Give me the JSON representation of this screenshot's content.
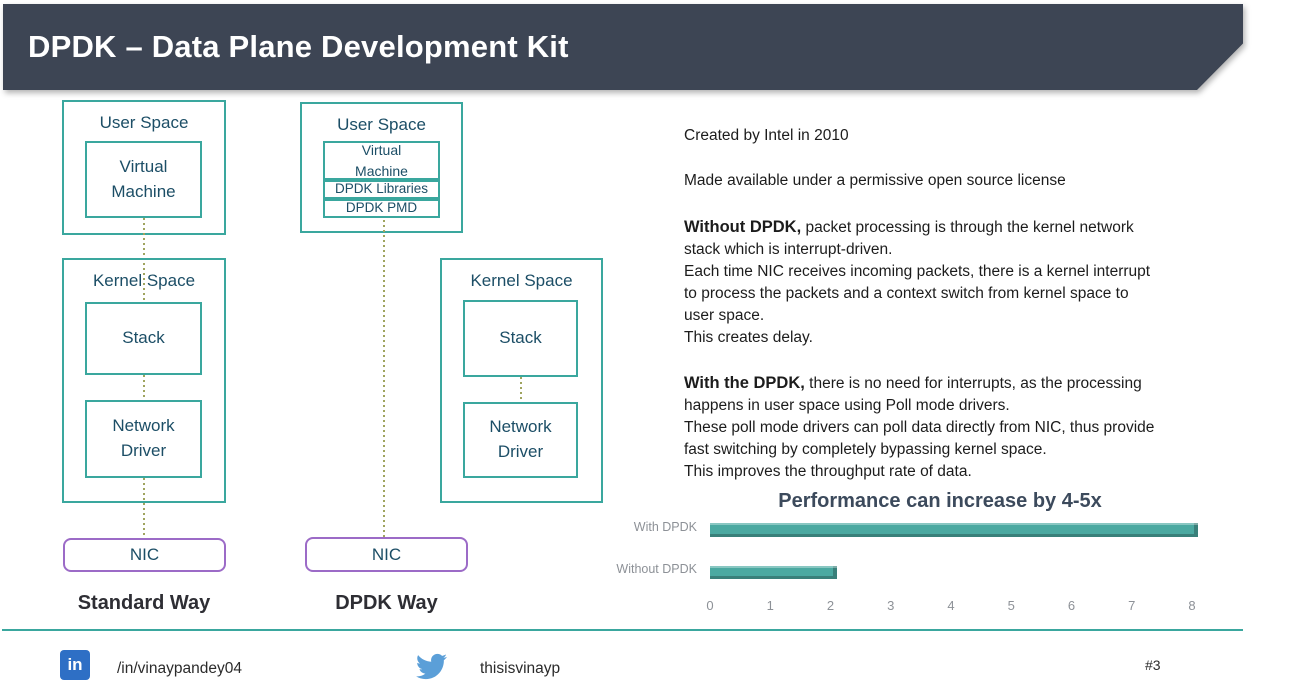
{
  "header": {
    "title": "DPDK – Data Plane Development Kit"
  },
  "diagrams": {
    "standard": {
      "user_space_label": "User Space",
      "vm_label": "Virtual Machine",
      "kernel_space_label": "Kernel Space",
      "stack_label": "Stack",
      "network_driver_label": "Network Driver",
      "nic_label": "NIC",
      "caption": "Standard Way"
    },
    "dpdk": {
      "user_space_label": "User Space",
      "vm_label": "Virtual Machine",
      "dpdk_libraries_label": "DPDK Libraries",
      "dpdk_pmd_label": "DPDK PMD",
      "kernel_space_label": "Kernel Space",
      "stack_label": "Stack",
      "network_driver_label": "Network Driver",
      "nic_label": "NIC",
      "caption": "DPDK Way"
    }
  },
  "info": {
    "line1": "Created by Intel in 2010",
    "line2": "Made available under a permissive open source license",
    "without_dpdk": {
      "bold": "Without DPDK,",
      "text": " packet processing is through the kernel network\nstack which is interrupt-driven.\nEach time NIC receives incoming packets, there is a kernel interrupt\nto process the packets and a context switch from kernel space to\nuser space.\nThis creates delay."
    },
    "with_dpdk": {
      "bold": "With the DPDK,",
      "text": " there is no need for interrupts, as the processing\nhappens in user space using Poll mode drivers.\nThese poll mode drivers can poll data directly from NIC, thus provide\nfast switching by completely bypassing kernel space.\nThis improves the throughput rate of data."
    }
  },
  "chart_data": {
    "type": "bar",
    "orientation": "horizontal",
    "title": "Performance can increase by 4-5x",
    "categories": [
      "With DPDK",
      "Without DPDK"
    ],
    "values": [
      8.1,
      2.1
    ],
    "xlim": [
      0,
      8
    ],
    "x_ticks": [
      0,
      1,
      2,
      3,
      4,
      5,
      6,
      7,
      8
    ],
    "bar_color": "#4BA9A1",
    "grid": false,
    "legend": false
  },
  "footer": {
    "linkedin_icon_label": "in",
    "linkedin_handle": "/in/vinaypandey04",
    "twitter_handle": "thisisvinayp",
    "page_number": "#3"
  },
  "colors": {
    "header_bg": "#3D4554",
    "box_border_teal": "#3AA79E",
    "nic_border_purple": "#9C6BC7",
    "diagram_text": "#1C4E66",
    "dotted_connector": "#9FA45E",
    "bar_fill": "#4BA9A1",
    "linkedin_blue": "#2E6FC5",
    "twitter_blue": "#5B9FD8",
    "footer_line": "#3AA79E"
  }
}
